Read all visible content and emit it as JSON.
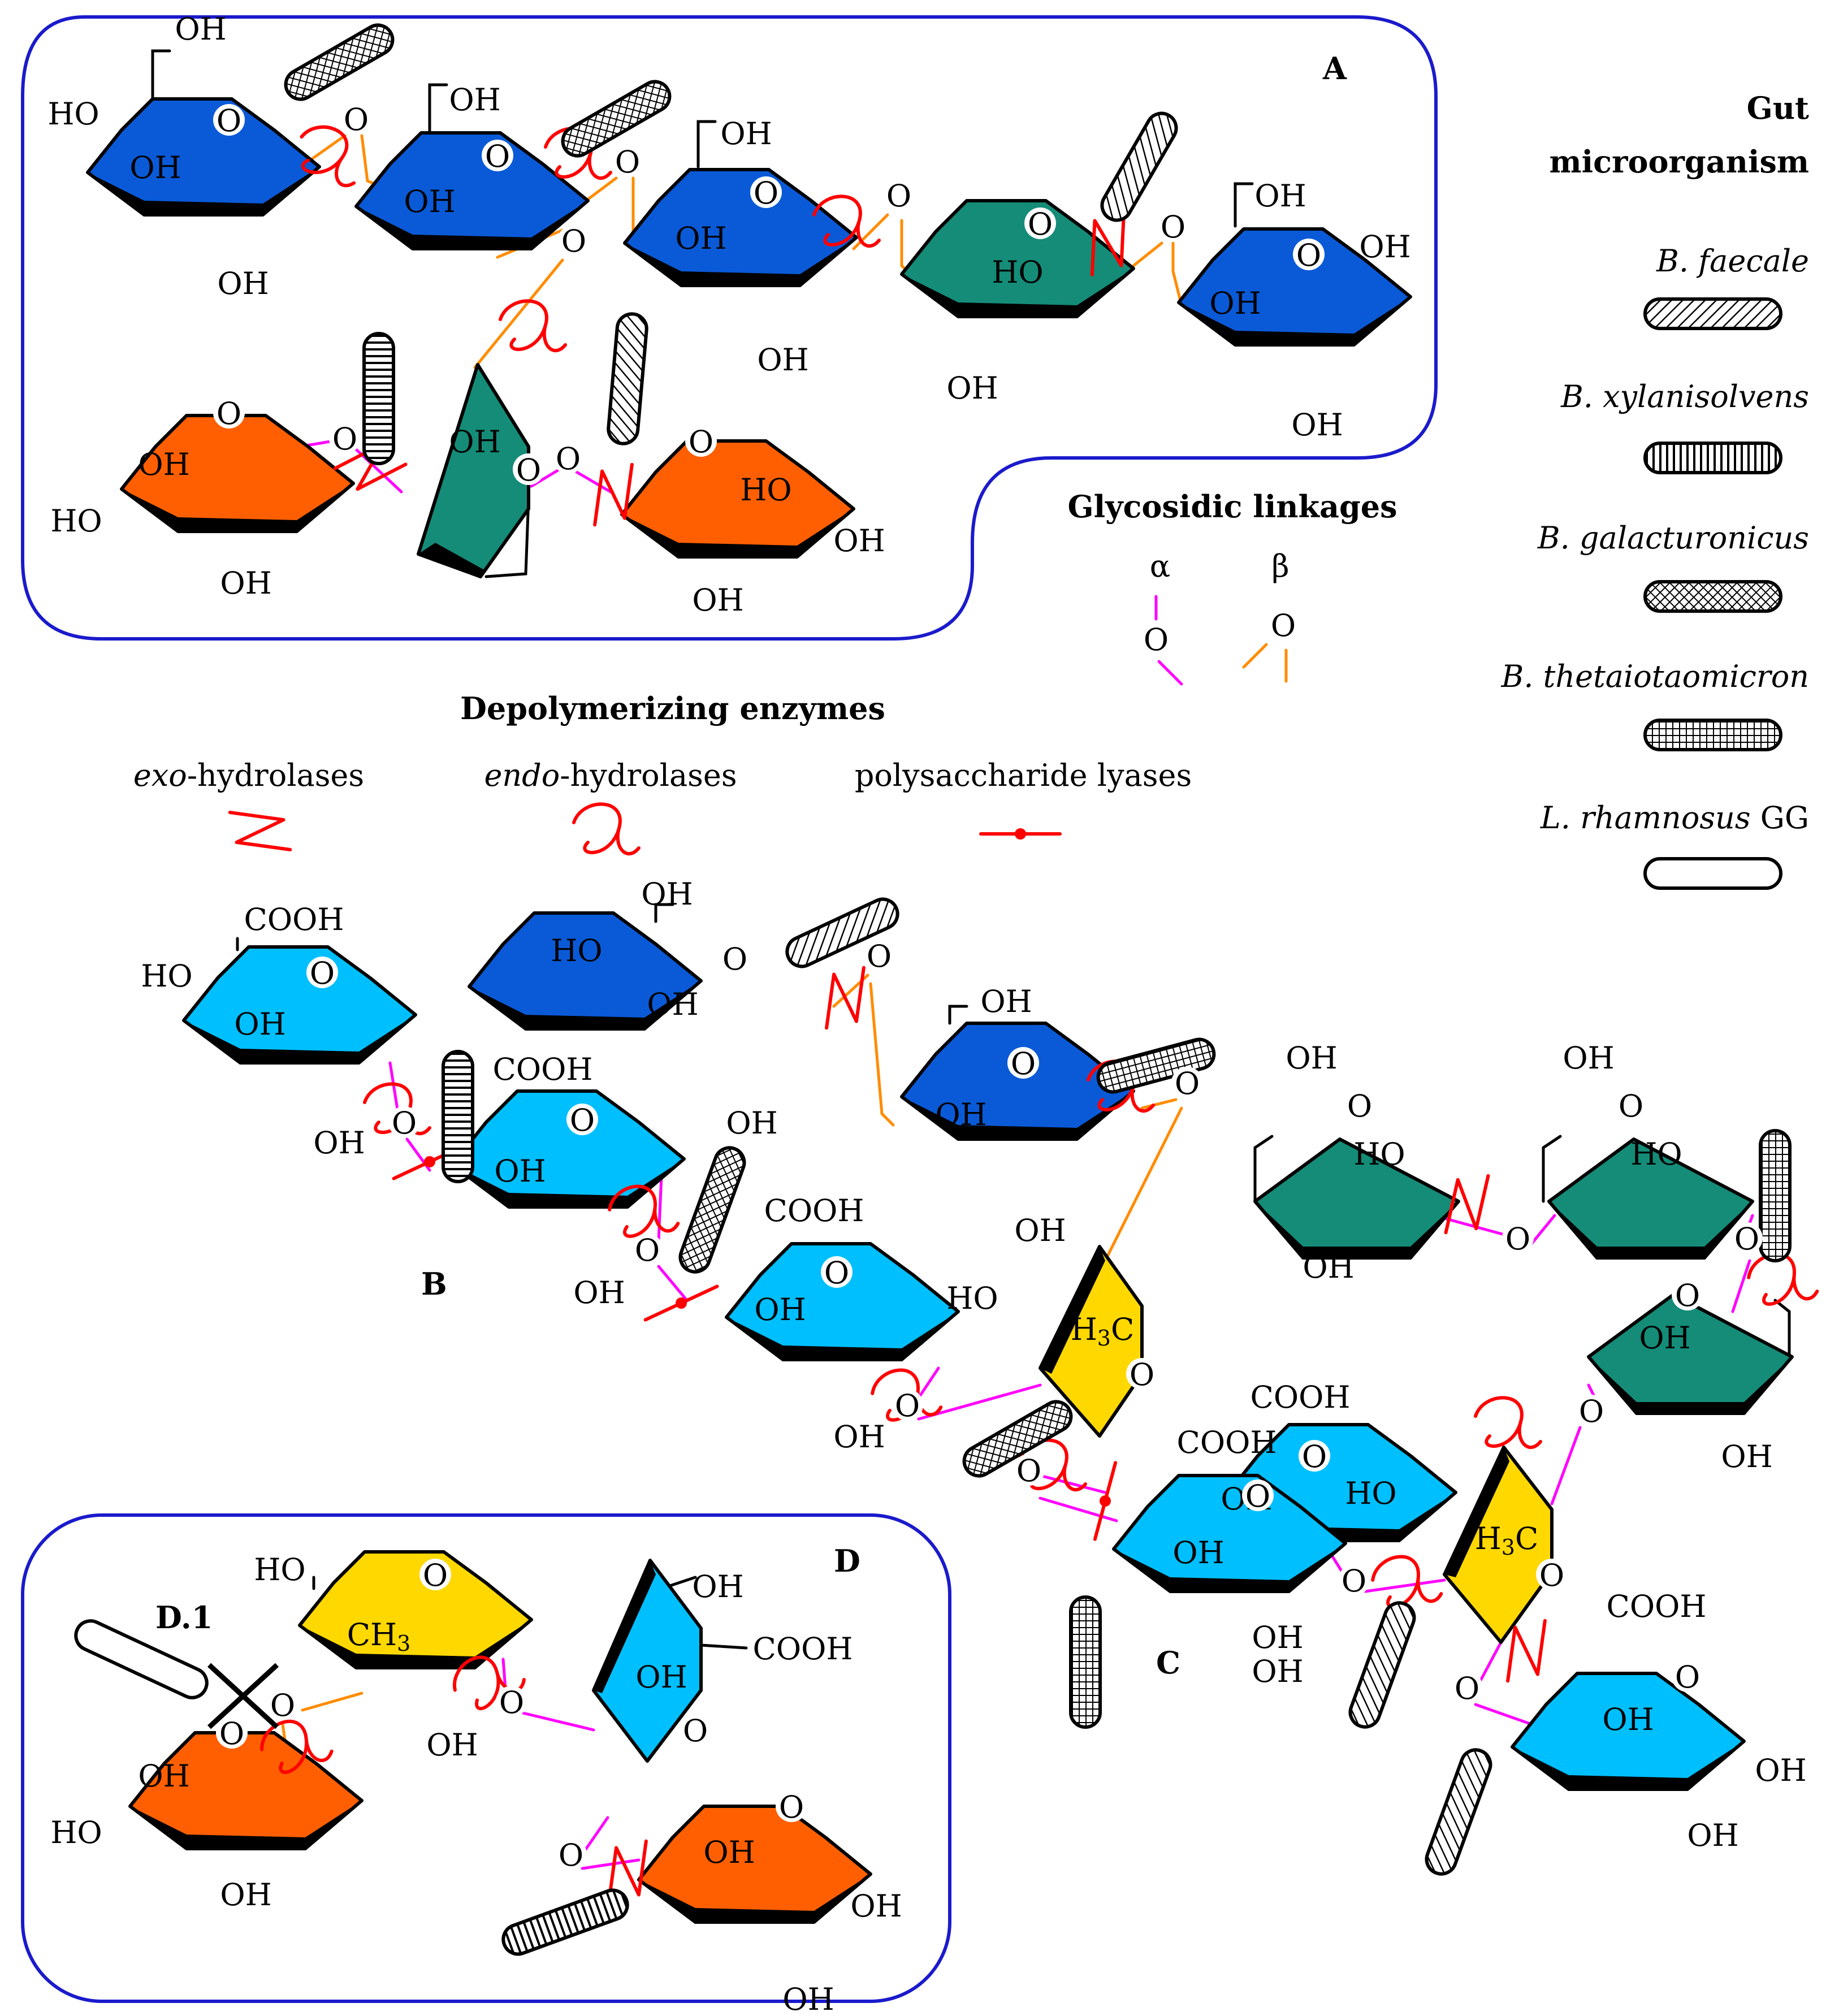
{
  "panels": {
    "a": "A",
    "b": "B",
    "c": "C",
    "d": "D",
    "d1": "D.1"
  },
  "groups": {
    "oh": "OH",
    "ho": "HO",
    "o": "O",
    "cooh": "COOH",
    "h3c": "H3C",
    "ch3": "CH3"
  },
  "legend": {
    "gut_title_line1": "Gut",
    "gut_title_line2": "microorganism",
    "microorganisms": [
      {
        "name": "B. faecale",
        "pattern": "diagonal"
      },
      {
        "name": "B. xylanisolvens",
        "pattern": "vertical"
      },
      {
        "name": "B. galacturonicus",
        "pattern": "crosshatch"
      },
      {
        "name": "B. thetaiotaomicron",
        "pattern": "grid"
      },
      {
        "name": "L. rhamnosus",
        "suffix": "GG",
        "pattern": "plain"
      }
    ],
    "linkages_title": "Glycosidic linkages",
    "alpha": "α",
    "beta": "β",
    "enzymes_title": "Depolymerizing enzymes",
    "exo_prefix": "exo",
    "endo_prefix": "endo",
    "hydrolases_suffix": "-hydrolases",
    "lyases": "polysaccharide lyases"
  },
  "colors": {
    "glucose_blue": "#0a5ad8",
    "galacturonic_cyan": "#00bfff",
    "arabinose_green": "#148c78",
    "galactose_orange": "#ff5f00",
    "rhamnose_yellow": "#ffd800",
    "alpha_link": "#ff00ff",
    "beta_link": "#ff8c00",
    "enzyme_red": "#ff0000",
    "panel_border": "#1a1acc"
  }
}
